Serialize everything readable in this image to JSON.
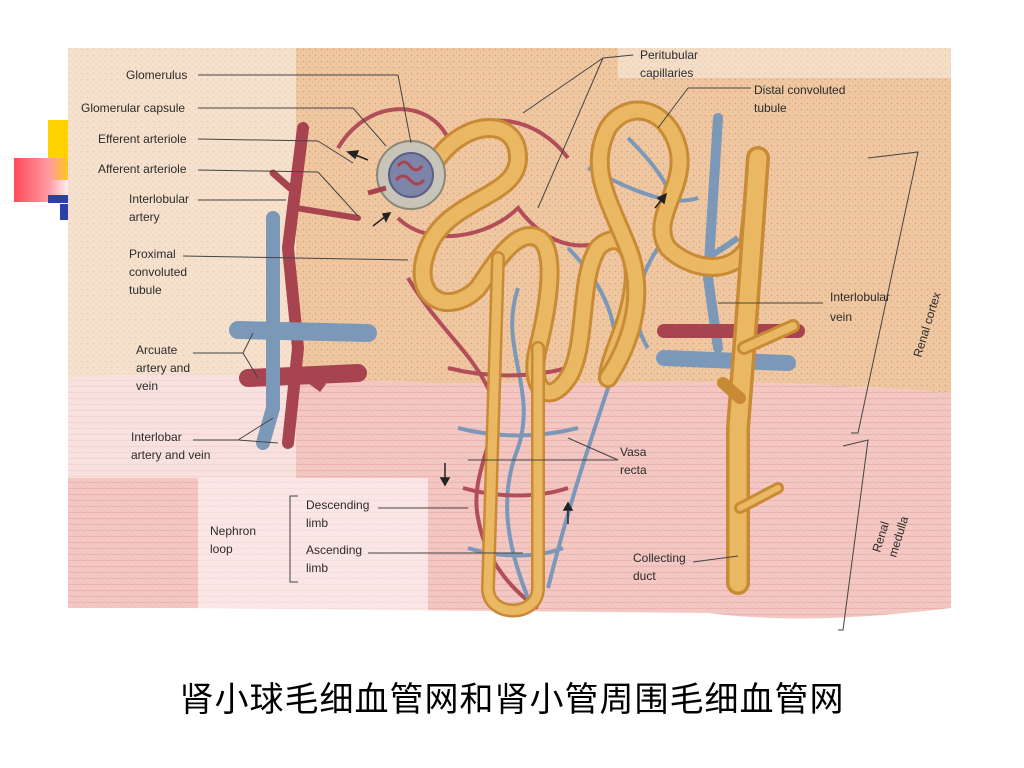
{
  "labels": {
    "glomerulus": "Glomerulus",
    "glomerular_capsule": "Glomerular capsule",
    "efferent_arteriole": "Efferent arteriole",
    "afferent_arteriole": "Afferent arteriole",
    "interlobular_artery": [
      "Interlobular",
      "artery"
    ],
    "proximal_tubule": [
      "Proximal",
      "convoluted",
      "tubule"
    ],
    "arcuate": [
      "Arcuate",
      "artery and",
      "vein"
    ],
    "interlobar": [
      "Interlobar",
      "artery and vein"
    ],
    "peritubular": [
      "Peritubular",
      "capillaries"
    ],
    "distal_tubule": [
      "Distal convoluted",
      "tubule"
    ],
    "interlobular_vein": [
      "Interlobular",
      "vein"
    ],
    "renal_cortex": "Renal cortex",
    "renal_medulla": [
      "Renal",
      "medulla"
    ],
    "vasa_recta": [
      "Vasa",
      "recta"
    ],
    "descending_limb": [
      "Descending",
      "limb"
    ],
    "ascending_limb": [
      "Ascending",
      "limb"
    ],
    "nephron_loop": [
      "Nephron",
      "loop"
    ],
    "collecting_duct": [
      "Collecting",
      "duct"
    ]
  },
  "caption": "肾小球毛细血管网和肾小管周围毛细血管网",
  "colors": {
    "tubule": "#e8b35a",
    "artery": "#b8505a",
    "vein": "#7f9bb8",
    "cortex_bg": "#efc9a6",
    "medulla_bg": "#f2c4c0"
  }
}
